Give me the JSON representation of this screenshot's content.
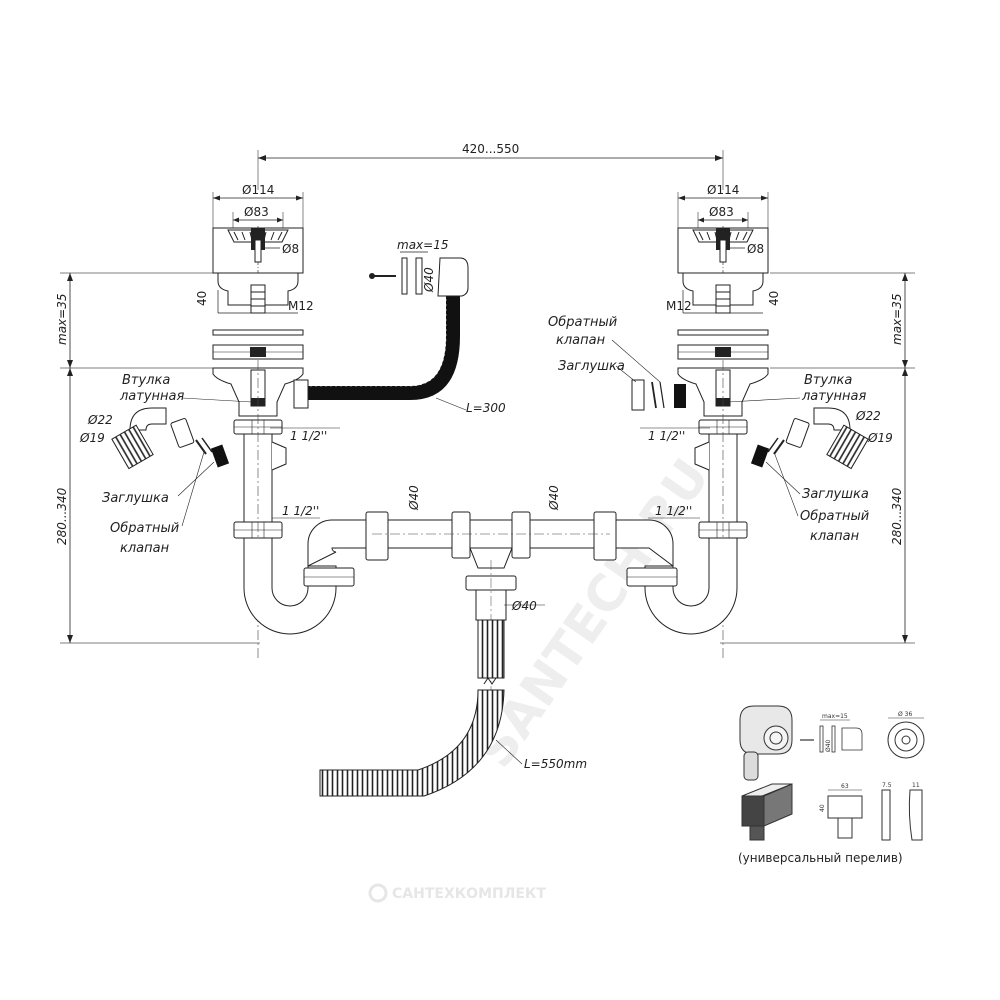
{
  "dimensions": {
    "span": "420...550",
    "outer_diameter": "Ø114",
    "grate_diameter": "Ø83",
    "screw_diameter": "Ø8",
    "flange_height": "40",
    "thread": "M12",
    "max_height": "max=35",
    "total_height": "280...340",
    "thread_size": "1 1/2''",
    "pipe_diameter": "Ø40",
    "hose_outer": "Ø22",
    "hose_inner": "Ø19",
    "overflow_max": "max=15",
    "overflow_hose_length": "L=300",
    "drain_hose_length": "L=550mm"
  },
  "labels": {
    "brass_sleeve_line1": "Втулка",
    "brass_sleeve_line2": "латунная",
    "plug": "Заглушка",
    "check_valve_line1": "Обратный",
    "check_valve_line2": "клапан"
  },
  "inset": {
    "max": "max=15",
    "d40": "Ø40",
    "d36": "Ø 36",
    "w63": "63",
    "h40": "40",
    "w75": "7.5",
    "w11": "11",
    "caption": "(универсальный перелив)"
  },
  "watermark": "SANTECH.RU",
  "brand": "САНТЕХКОМПЛЕКТ"
}
